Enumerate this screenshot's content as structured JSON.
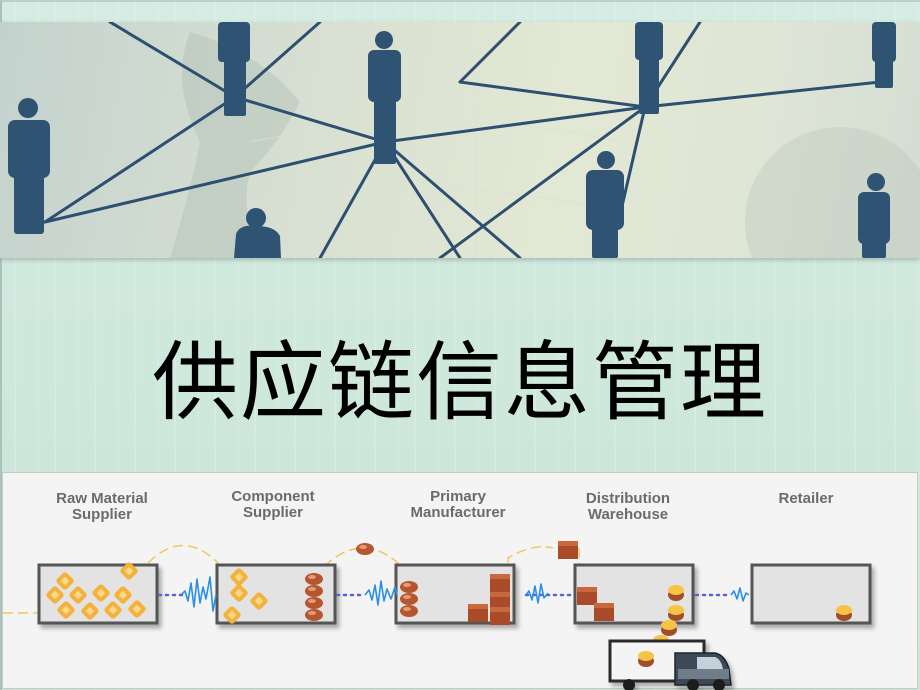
{
  "slide": {
    "title": "供应链信息管理",
    "hero_image": {
      "description": "network of business-person figures connected by lines over a world map",
      "figure_color": "#2f5372",
      "line_color": "#2d4f70"
    },
    "background_color": "#cfe8dc"
  },
  "diagram": {
    "stages": [
      {
        "label_line1": "Raw Material",
        "label_line2": "Supplier"
      },
      {
        "label_line1": "Component",
        "label_line2": "Supplier"
      },
      {
        "label_line1": "Primary",
        "label_line2": "Manufacturer"
      },
      {
        "label_line1": "Distribution",
        "label_line2": "Warehouse"
      },
      {
        "label_line1": "Retailer",
        "label_line2": ""
      }
    ],
    "colors": {
      "box_fill": "#e3e3e3",
      "box_border": "#555555",
      "flow_line": "#f1c75a",
      "signal": "#2a8fe8",
      "dotted_link": "#5a62d6",
      "part": "#f4b23c",
      "box_item": "#b5562e"
    }
  }
}
